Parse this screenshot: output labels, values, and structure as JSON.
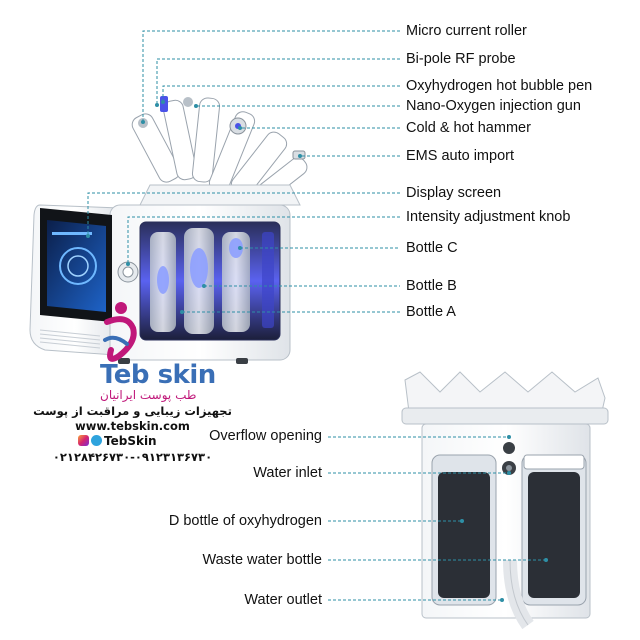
{
  "labels_top": [
    "Micro current roller",
    "Bi-pole RF probe",
    "Oxyhydrogen hot bubble pen",
    "Nano-Oxygen injection gun",
    "Cold & hot hammer",
    "EMS auto import",
    "Display screen",
    "Intensity adjustment knob",
    "Bottle C",
    "Bottle B",
    "Bottle A"
  ],
  "labels_bottom": [
    "Overflow opening",
    "Water inlet",
    "D bottle of oxyhydrogen",
    "Waste water bottle",
    "Water outlet"
  ],
  "brand": {
    "name": "Teb skin",
    "subtitle": "طب پوست ایرانیان",
    "tagline": "تجهیزات زیبایی و مراقبت از پوست",
    "website": "www.tebskin.com",
    "social": "TebSkin",
    "phones": "۰۲۱۲۸۴۲۶۷۳۰-۰۹۱۲۳۱۳۶۷۳۰"
  },
  "colors": {
    "leader_line": "#2e8fa6",
    "brand_blue": "#3a6fb6",
    "brand_pink": "#c0187a",
    "device_glow": "#4a52e8"
  }
}
